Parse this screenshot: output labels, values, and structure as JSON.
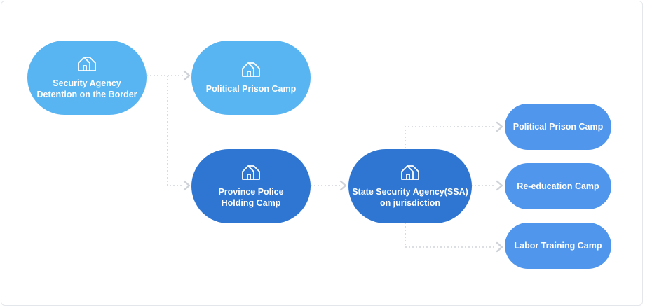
{
  "nodes": {
    "border_detention": {
      "label": "Security Agency\nDetention on the Border",
      "icon": "house-icon",
      "color": "#58b5f2"
    },
    "political_camp_top": {
      "label": "Political Prison Camp",
      "icon": "house-icon",
      "color": "#58b5f2"
    },
    "province_police": {
      "label": "Province Police\nHolding Camp",
      "icon": "house-icon",
      "color": "#2e76d2"
    },
    "ssa": {
      "label": "State Security Agency(SSA)\non jurisdiction",
      "icon": "house-icon",
      "color": "#2e76d2"
    },
    "political_camp_right": {
      "label": "Political Prison Camp",
      "color": "#4f96ec"
    },
    "reeducation_camp": {
      "label": "Re-education Camp",
      "color": "#4f96ec"
    },
    "labor_training_camp": {
      "label": "Labor Training Camp",
      "color": "#4f96ec"
    }
  },
  "connector_color": "#cfd3d8"
}
